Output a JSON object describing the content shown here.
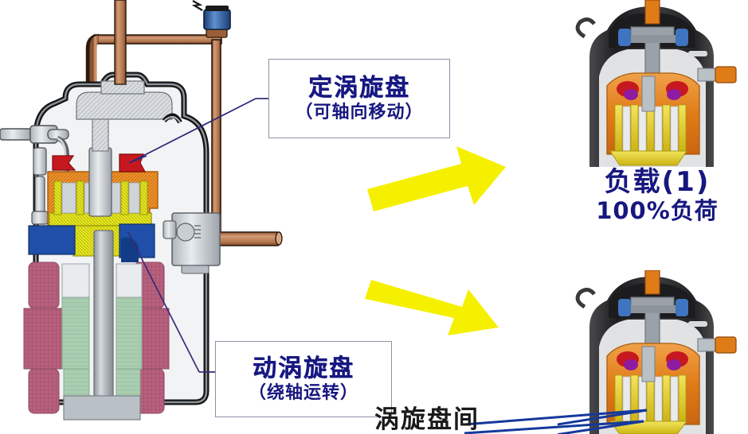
{
  "figure": {
    "title_hidden": "",
    "background": "#ffffff",
    "accent_text_color": "#171780",
    "arrow_color": "#f5f000",
    "leader_color": "#2a2a78",
    "blue_leader_color": "#15399c"
  },
  "callouts": [
    {
      "id": "fixed-scroll",
      "line1": "定涡旋盘",
      "line2": "（可轴向移动）",
      "border_color": "#8f8fa8"
    },
    {
      "id": "orbiting-scroll",
      "line1": "动涡旋盘",
      "line2": "（绕轴运转）",
      "border_color": "#8f8fa8"
    }
  ],
  "right_panel": {
    "load_title": "负载(1)",
    "load_subtitle": "100%负荷"
  },
  "bottom_note": {
    "text": "涡旋盘间"
  },
  "arrows": [
    {
      "id": "arrow-to-load-1",
      "direction": "up-right",
      "color": "#f5f000"
    },
    {
      "id": "arrow-to-load-2",
      "direction": "down-right",
      "color": "#f5f000"
    }
  ],
  "main_compressor": {
    "name": "scroll-compressor-cutaway",
    "parts": {
      "shell": "#141414",
      "body_fill": "#e8eaec",
      "fixed_scroll": "#e8e81e",
      "orbiting_scroll": "#f0932a",
      "seal": "#c8181f",
      "base_blue": "#1f4fa8",
      "stator_winding": "#b9607e",
      "rotor": "#a9cdb0",
      "shaft": "#b9c0c6",
      "copper_tube": "#b97a50",
      "solenoid_valve": "#2f5fa8"
    }
  },
  "side_compressors": [
    {
      "id": "compressor-load-100",
      "shell": "#2c2c2e",
      "scroll_orange": "#e8872a",
      "scroll_yellow": "#e8d21e"
    },
    {
      "id": "compressor-load-unload",
      "shell": "#2c2c2e",
      "scroll_orange": "#e8872a",
      "scroll_yellow": "#e8d21e"
    }
  ]
}
